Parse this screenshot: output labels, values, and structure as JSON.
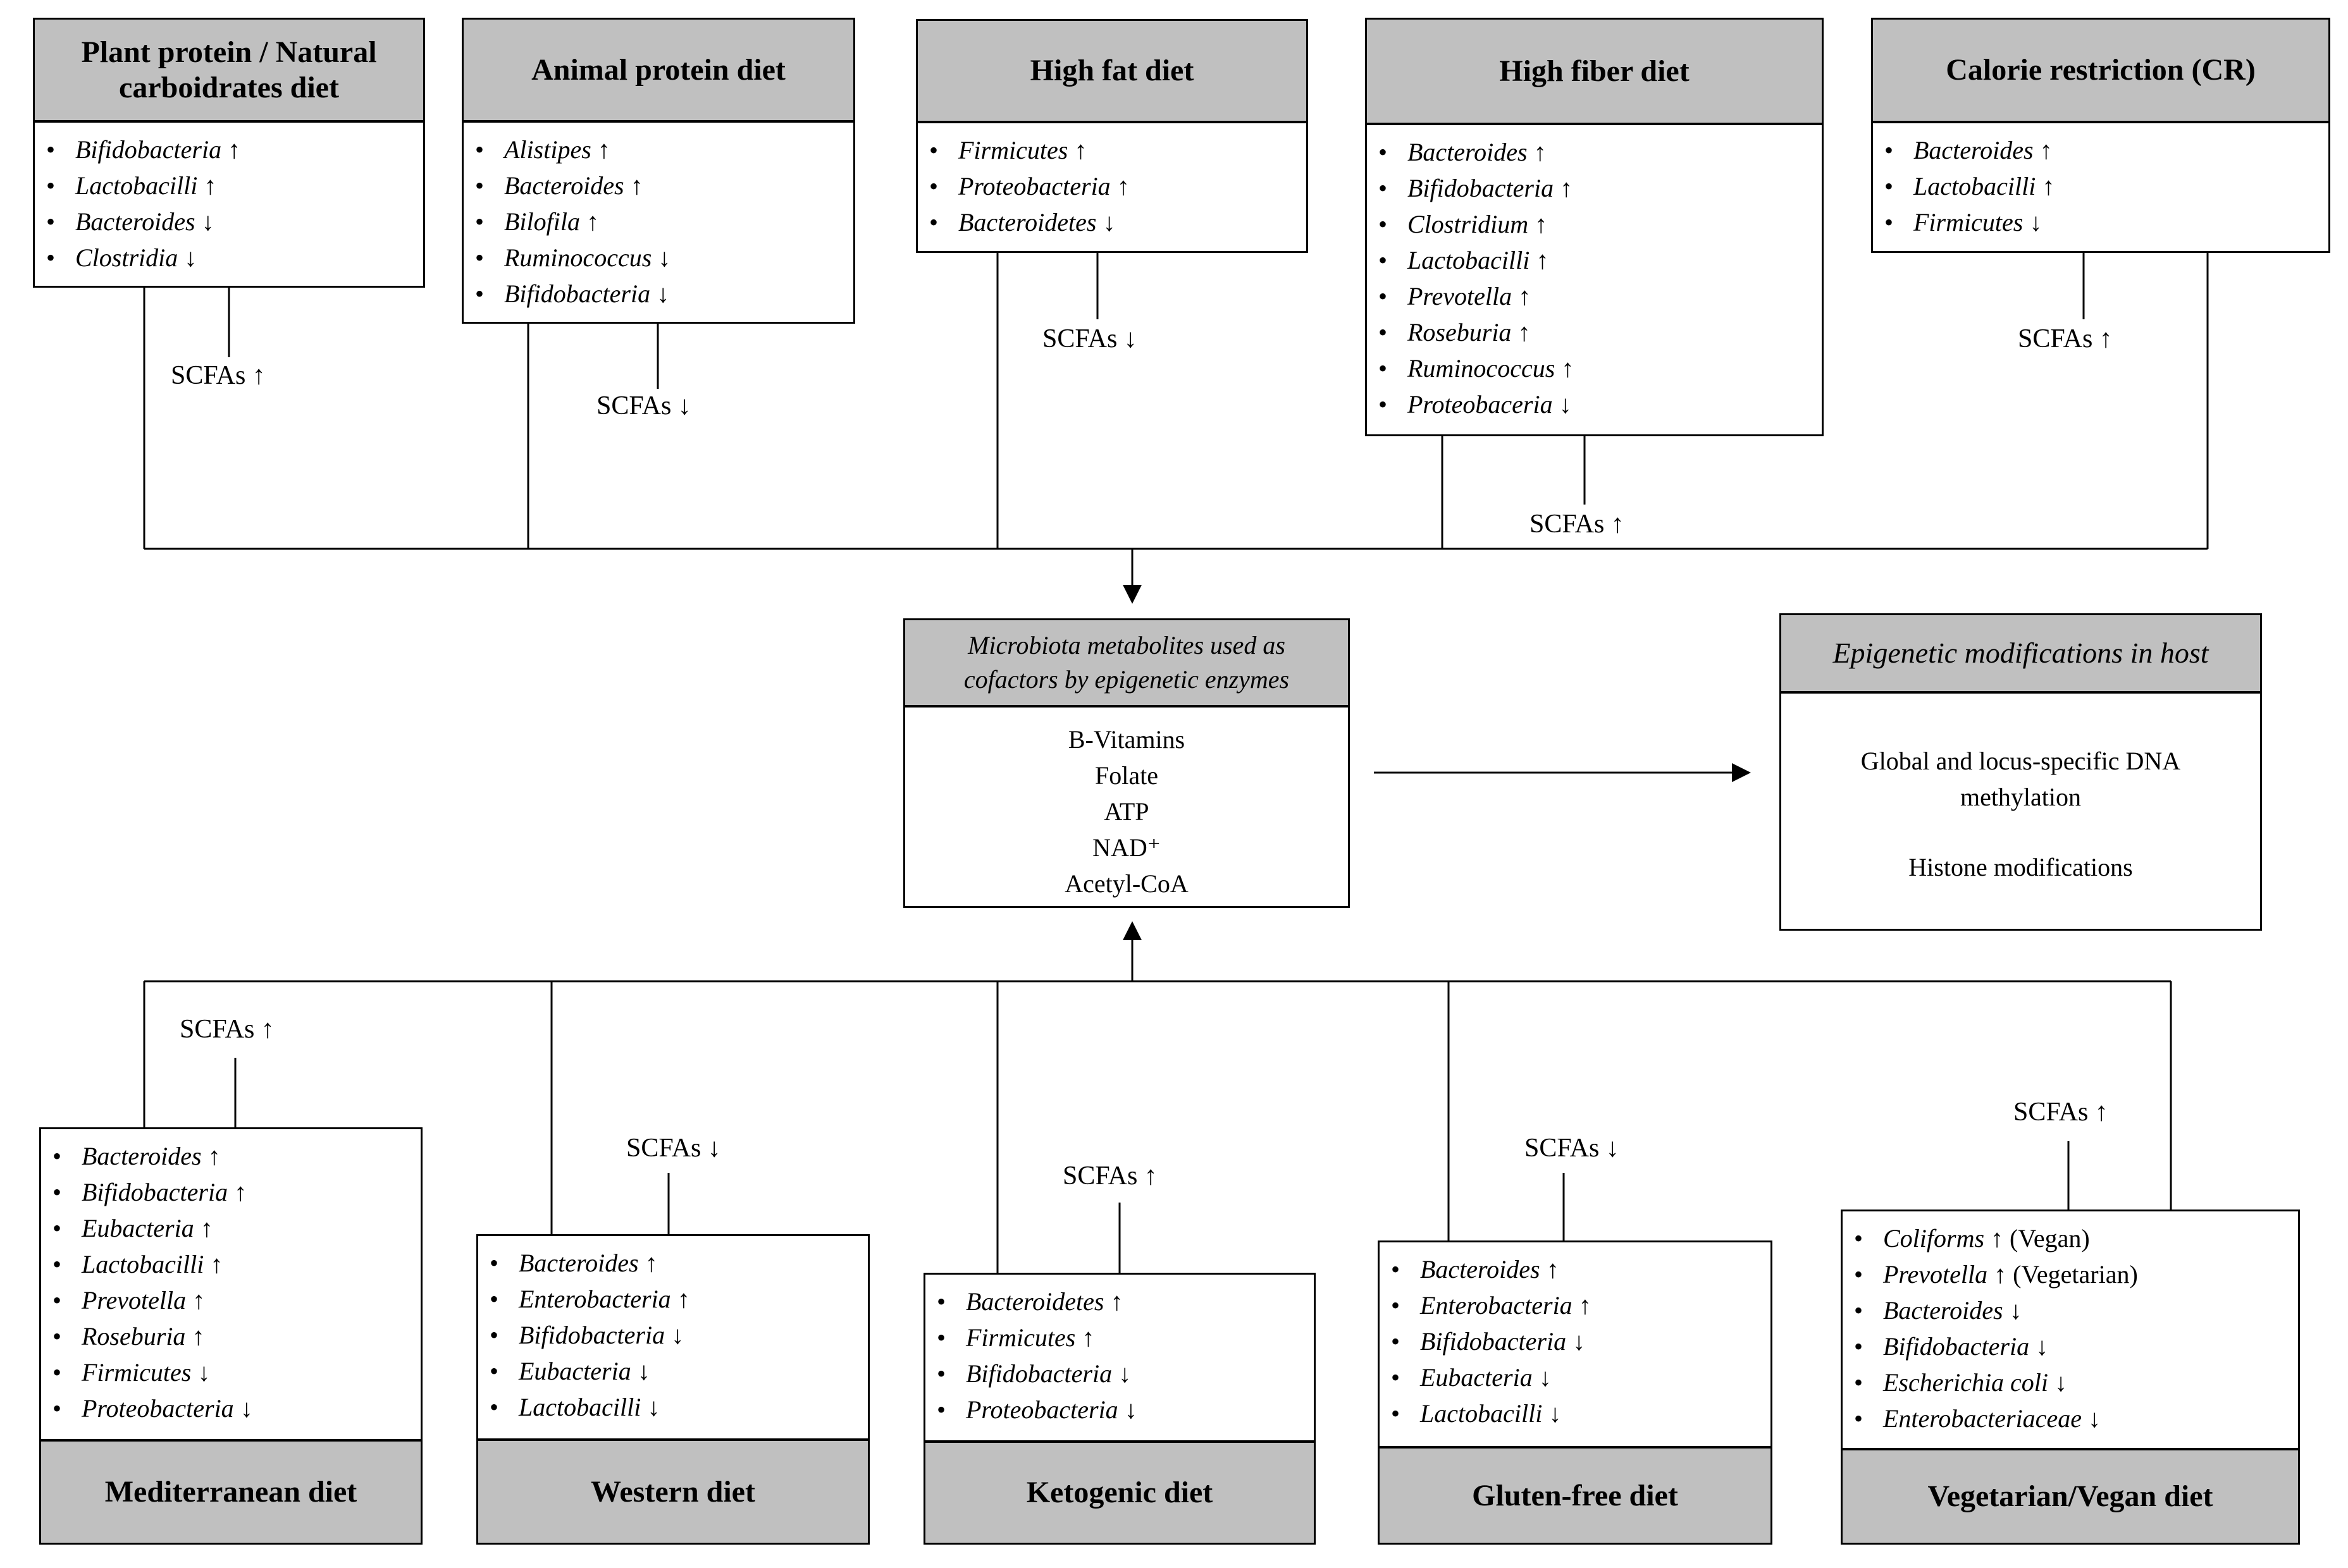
{
  "top_diets": [
    {
      "title": "Plant protein / Natural carboidrates diet",
      "items": [
        {
          "org": "Bifidobacteria",
          "arrow": "↑"
        },
        {
          "org": "Lactobacilli",
          "arrow": "↑"
        },
        {
          "org": "Bacteroides",
          "arrow": "↓"
        },
        {
          "org": "Clostridia",
          "arrow": "↓"
        }
      ],
      "scfa": "SCFAs ↑"
    },
    {
      "title": "Animal protein diet",
      "items": [
        {
          "org": "Alistipes",
          "arrow": "↑"
        },
        {
          "org": "Bacteroides",
          "arrow": "↑"
        },
        {
          "org": "Bilofila",
          "arrow": "↑"
        },
        {
          "org": "Ruminococcus",
          "arrow": "↓"
        },
        {
          "org": "Bifidobacteria",
          "arrow": "↓"
        }
      ],
      "scfa": "SCFAs ↓"
    },
    {
      "title": "High fat diet",
      "items": [
        {
          "org": "Firmicutes",
          "arrow": "↑"
        },
        {
          "org": "Proteobacteria",
          "arrow": "↑"
        },
        {
          "org": "Bacteroidetes",
          "arrow": "↓"
        }
      ],
      "scfa": "SCFAs ↓"
    },
    {
      "title": "High fiber diet",
      "items": [
        {
          "org": "Bacteroides",
          "arrow": "↑"
        },
        {
          "org": "Bifidobacteria",
          "arrow": "↑"
        },
        {
          "org": "Clostridium",
          "arrow": "↑"
        },
        {
          "org": "Lactobacilli",
          "arrow": "↑"
        },
        {
          "org": "Prevotella",
          "arrow": "↑"
        },
        {
          "org": "Roseburia",
          "arrow": "↑"
        },
        {
          "org": "Ruminococcus",
          "arrow": "↑"
        },
        {
          "org": "Proteobaceria",
          "arrow": "↓"
        }
      ],
      "scfa": "SCFAs ↑"
    },
    {
      "title": "Calorie restriction (CR)",
      "items": [
        {
          "org": "Bacteroides",
          "arrow": "↑"
        },
        {
          "org": "Lactobacilli",
          "arrow": "↑"
        },
        {
          "org": "Firmicutes",
          "arrow": "↓"
        }
      ],
      "scfa": "SCFAs ↑"
    }
  ],
  "center": {
    "title": "Microbiota metabolites used as cofactors by epigenetic enzymes",
    "items": [
      "B-Vitamins",
      "Folate",
      "ATP",
      "NAD⁺",
      "Acetyl-CoA"
    ]
  },
  "epigenetic": {
    "title": "Epigenetic modifications in host",
    "line1": "Global  and locus-specific DNA methylation",
    "line2": "Histone modifications"
  },
  "bottom_diets": [
    {
      "title": "Mediterranean diet",
      "items": [
        {
          "org": "Bacteroides",
          "arrow": "↑"
        },
        {
          "org": "Bifidobacteria",
          "arrow": "↑"
        },
        {
          "org": "Eubacteria",
          "arrow": "↑"
        },
        {
          "org": "Lactobacilli",
          "arrow": "↑"
        },
        {
          "org": "Prevotella",
          "arrow": "↑"
        },
        {
          "org": "Roseburia",
          "arrow": "↑"
        },
        {
          "org": "Firmicutes",
          "arrow": "↓"
        },
        {
          "org": "Proteobacteria",
          "arrow": "↓"
        }
      ],
      "scfa": "SCFAs ↑"
    },
    {
      "title": "Western diet",
      "items": [
        {
          "org": "Bacteroides",
          "arrow": "↑"
        },
        {
          "org": "Enterobacteria",
          "arrow": "↑"
        },
        {
          "org": "Bifidobacteria",
          "arrow": "↓"
        },
        {
          "org": "Eubacteria",
          "arrow": "↓"
        },
        {
          "org": "Lactobacilli",
          "arrow": "↓"
        }
      ],
      "scfa": "SCFAs ↓"
    },
    {
      "title": "Ketogenic diet",
      "items": [
        {
          "org": "Bacteroidetes",
          "arrow": "↑"
        },
        {
          "org": "Firmicutes",
          "arrow": "↑"
        },
        {
          "org": "Bifidobacteria",
          "arrow": "↓"
        },
        {
          "org": "Proteobacteria",
          "arrow": "↓"
        }
      ],
      "scfa": "SCFAs ↑"
    },
    {
      "title": "Gluten-free diet",
      "items": [
        {
          "org": "Bacteroides",
          "arrow": "↑"
        },
        {
          "org": "Enterobacteria",
          "arrow": "↑"
        },
        {
          "org": "Bifidobacteria",
          "arrow": "↓"
        },
        {
          "org": "Eubacteria",
          "arrow": "↓"
        },
        {
          "org": "Lactobacilli",
          "arrow": "↓"
        }
      ],
      "scfa": "SCFAs ↓"
    },
    {
      "title": "Vegetarian/Vegan diet",
      "items": [
        {
          "org": "Coliforms",
          "arrow": "↑",
          "note": "(Vegan)"
        },
        {
          "org": "Prevotella",
          "arrow": "↑",
          "note": "(Vegetarian)"
        },
        {
          "org": "Bacteroides",
          "arrow": "↓"
        },
        {
          "org": "Bifidobacteria",
          "arrow": "↓"
        },
        {
          "org": "Escherichia coli",
          "arrow": "↓"
        },
        {
          "org": "Enterobacteriaceae",
          "arrow": "↓"
        }
      ],
      "scfa": "SCFAs ↑"
    }
  ]
}
